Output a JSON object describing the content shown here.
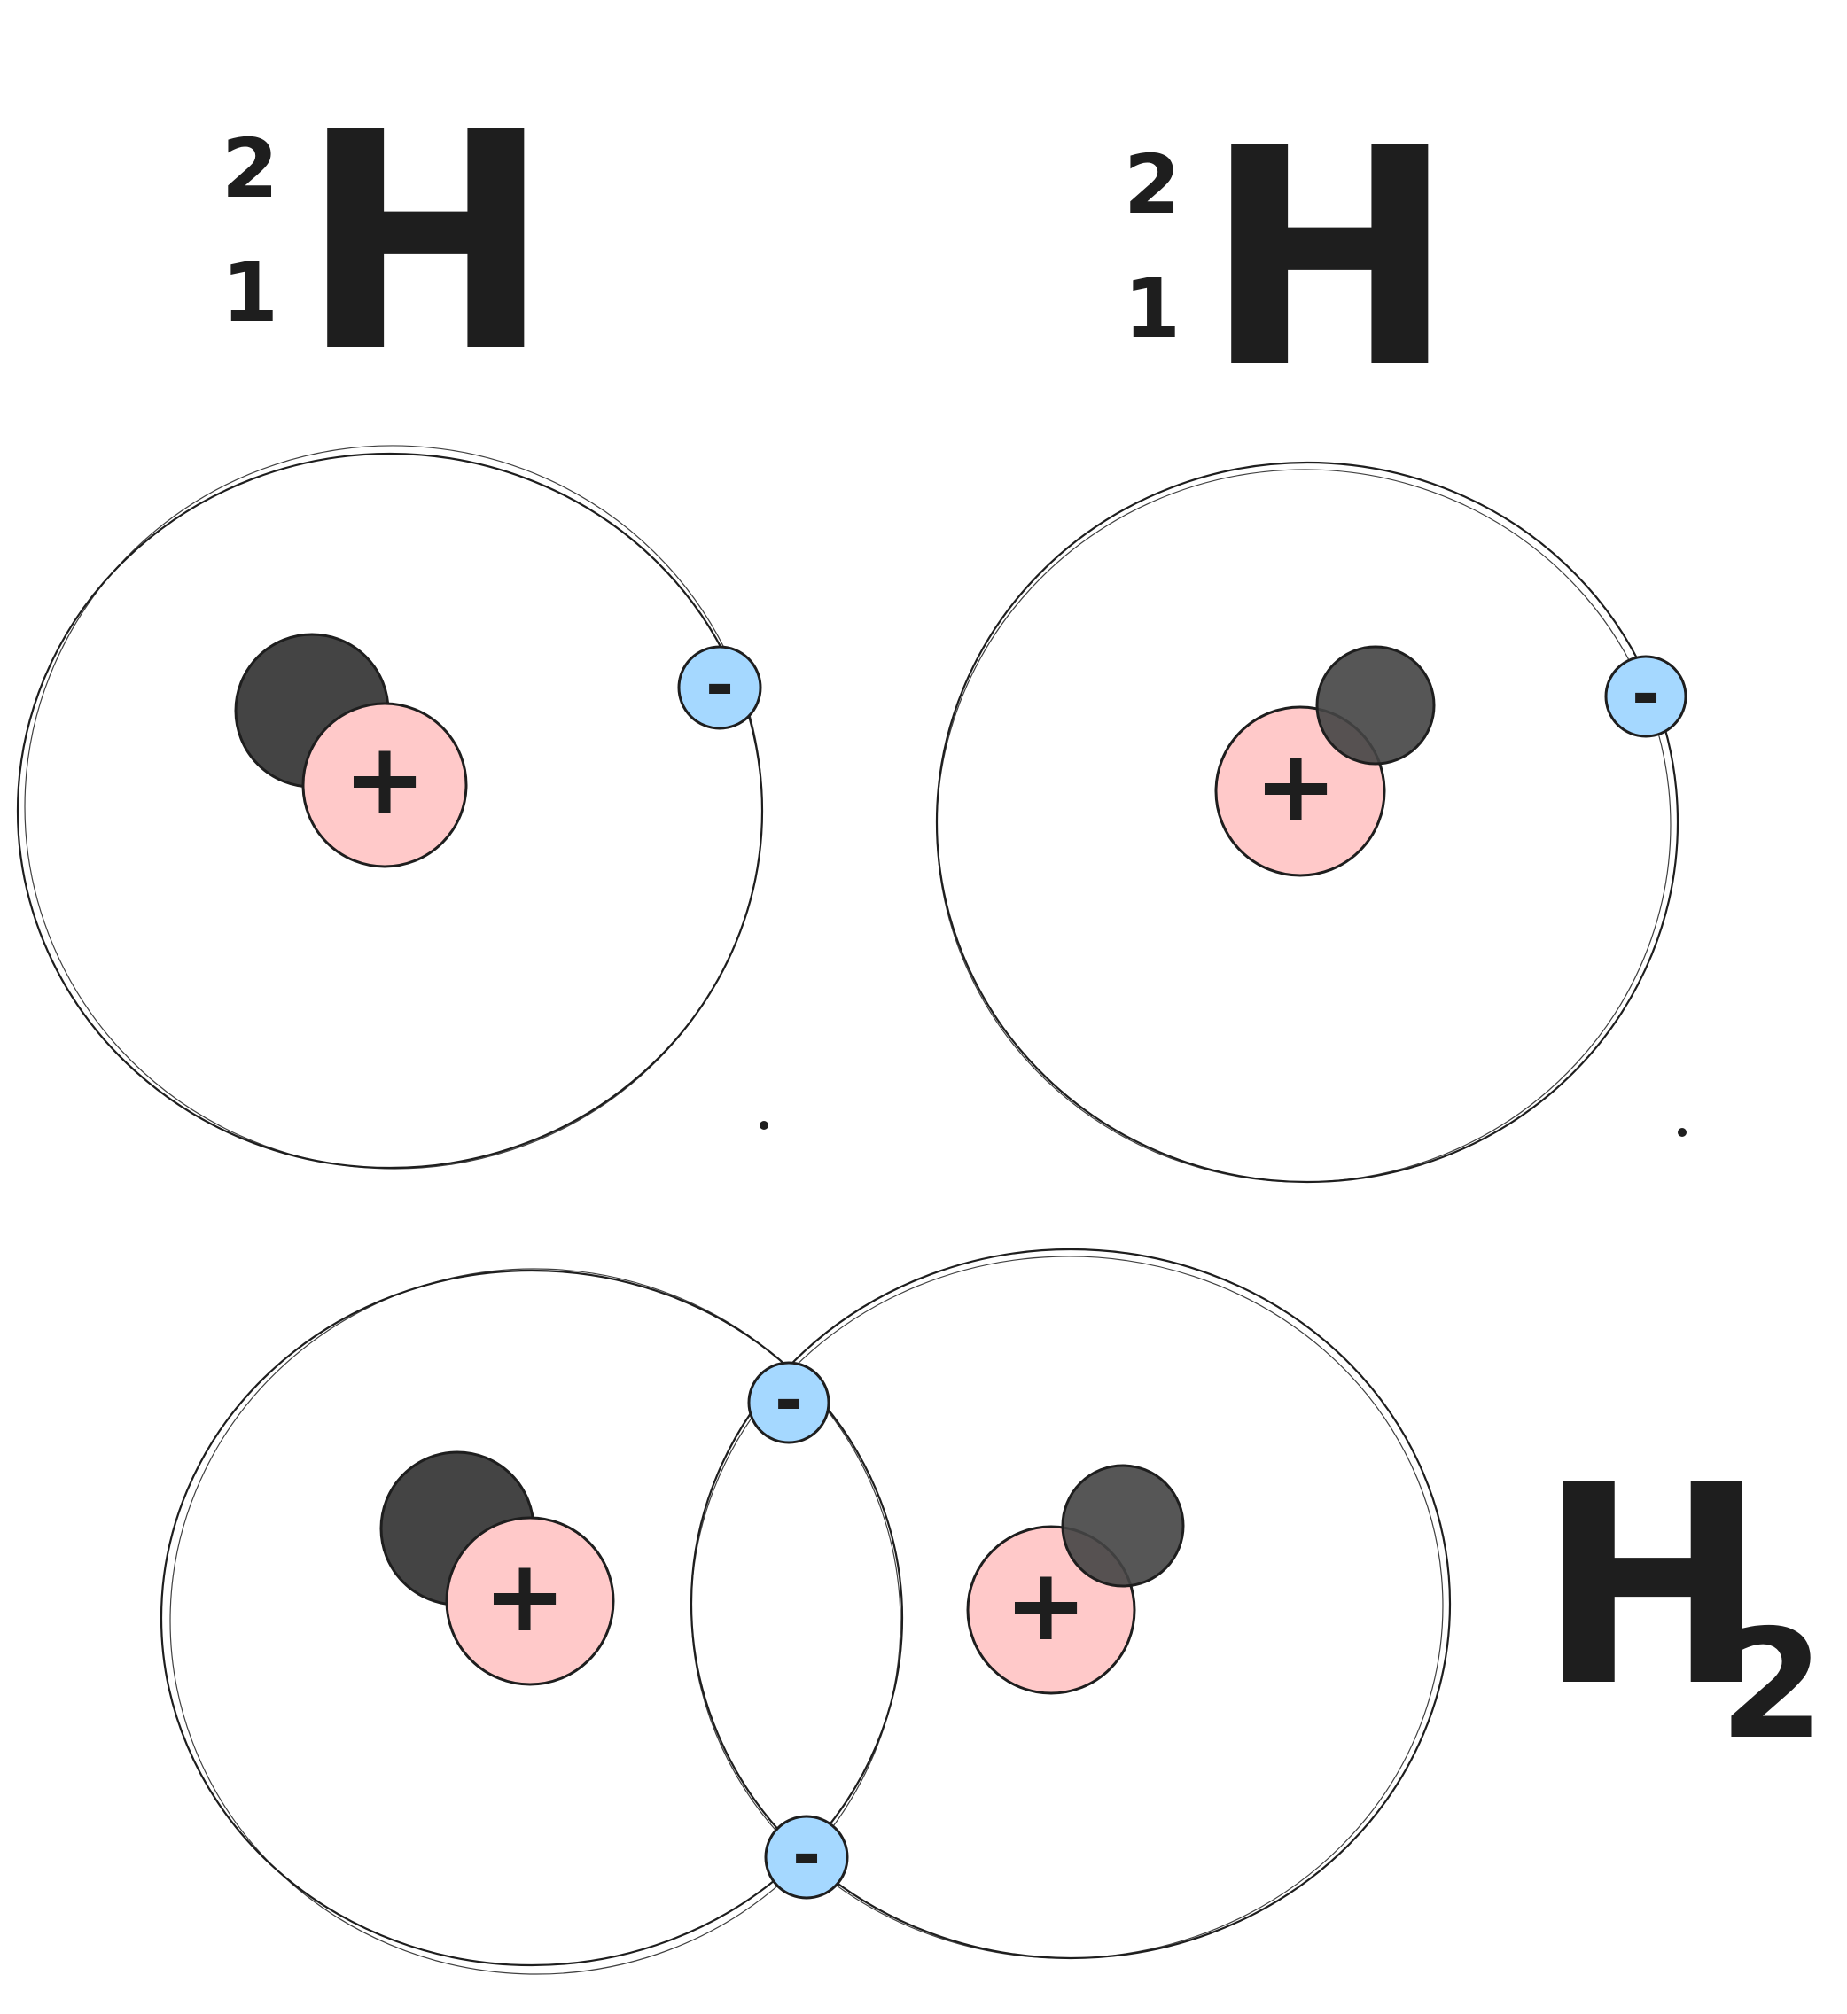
{
  "atoms": [
    {
      "mass_number": "2",
      "atomic_number": "1",
      "symbol": "H",
      "proton_sign": "+",
      "electron_sign": "-"
    },
    {
      "mass_number": "2",
      "atomic_number": "1",
      "symbol": "H",
      "proton_sign": "+",
      "electron_sign": "-"
    }
  ],
  "molecule": {
    "symbol": "H",
    "subscript": "2",
    "proton_sign": "+",
    "electron_sign": "-"
  },
  "colors": {
    "ink": "#1e1e1e",
    "proton": "#ffc9c9",
    "neutron": "#444444",
    "electron": "#a5d8ff"
  }
}
